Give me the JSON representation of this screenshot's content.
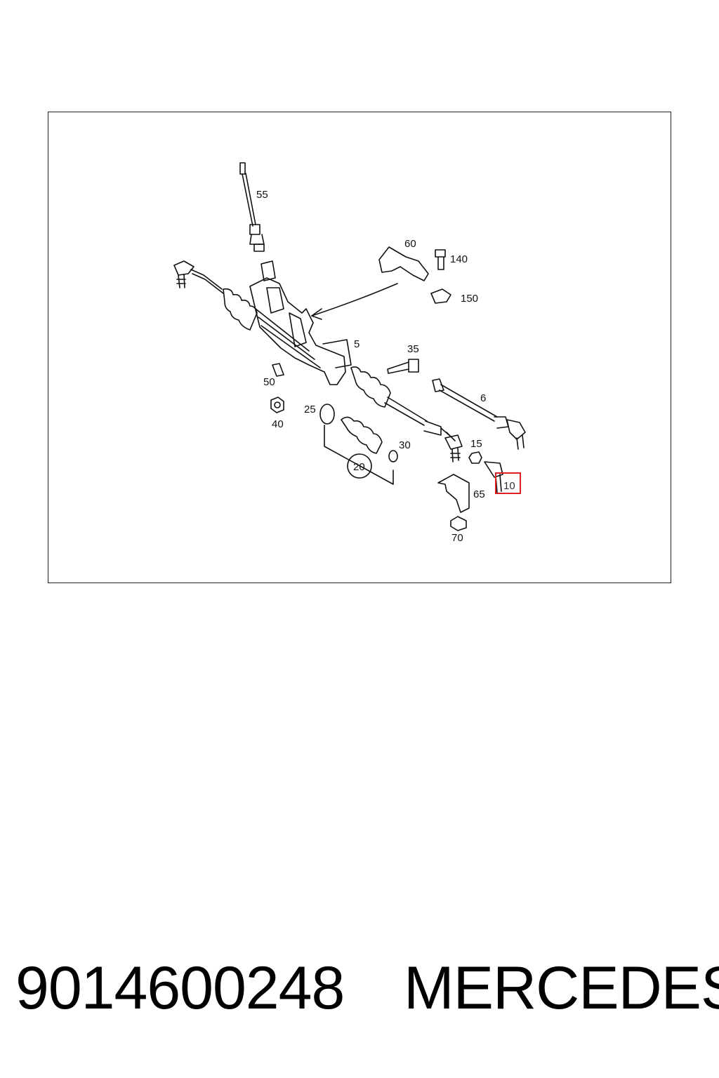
{
  "diagram": {
    "callouts": {
      "c55": "55",
      "c60": "60",
      "c140": "140",
      "c150": "150",
      "c5": "5",
      "c35": "35",
      "c6": "6",
      "c50": "50",
      "c40": "40",
      "c25": "25",
      "c30": "30",
      "c20": "20",
      "c15": "15",
      "c10": "10",
      "c65": "65",
      "c70": "70"
    },
    "highlighted_callout": "10",
    "highlight_color": "#e02020",
    "line_color": "#111111"
  },
  "caption": {
    "part_number": "9014600248",
    "brand": "MERCEDES"
  }
}
